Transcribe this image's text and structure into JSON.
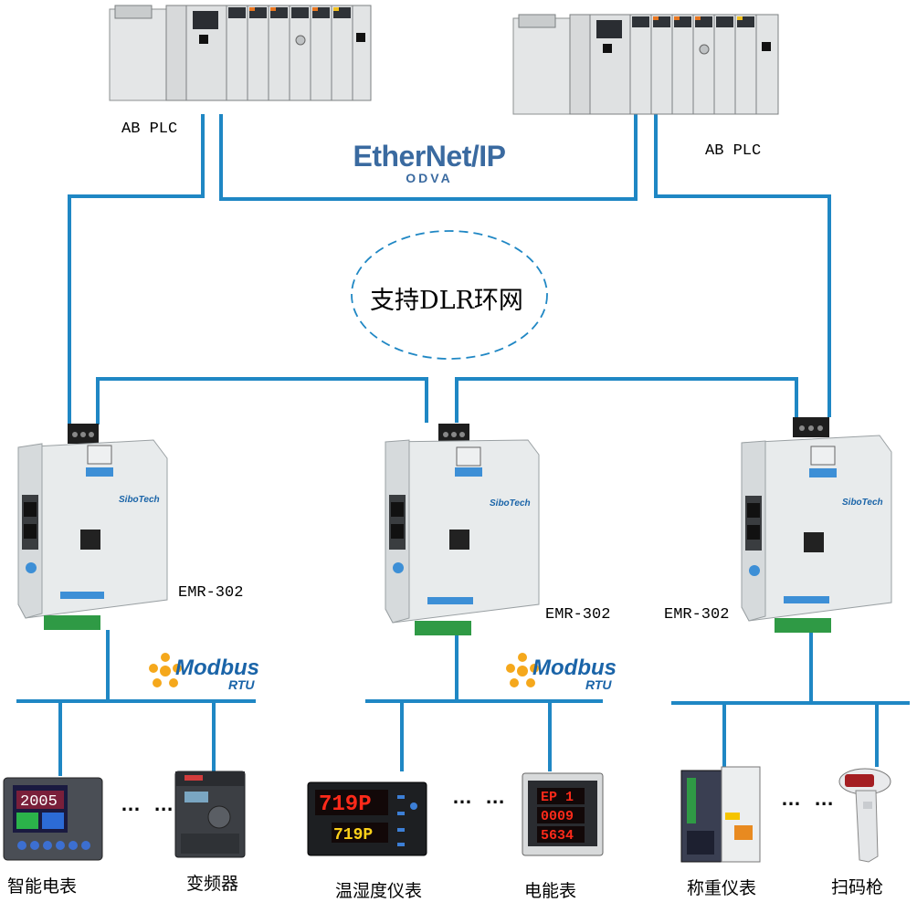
{
  "plc_left_label": "AB PLC",
  "plc_right_label": "AB PLC",
  "ethernetip_logo_text": "EtherNet/IP",
  "odva_text": "ODVA",
  "dlr_label": "支持DLR环网",
  "gateway_label": "EMR-302",
  "gateway_brand": "SiboTech",
  "modbus_logo_text": "Modbus",
  "rtu_text": "RTU",
  "ellipsis": "… …",
  "devices": {
    "smart_meter": "智能电表",
    "inverter": "变频器",
    "temp_humidity": "温湿度仪表",
    "energy_meter": "电能表",
    "weighing": "称重仪表",
    "scanner": "扫码枪"
  },
  "display_values": {
    "smart_meter": "2005",
    "temp_1": "719P",
    "temp_2": "719P",
    "energy_1": "EP 1",
    "energy_2": "0009",
    "energy_3": "5634"
  },
  "colors": {
    "wire": "#1f87c4",
    "device_body": "#e8ebec",
    "led_red": "#ff2a1a"
  }
}
